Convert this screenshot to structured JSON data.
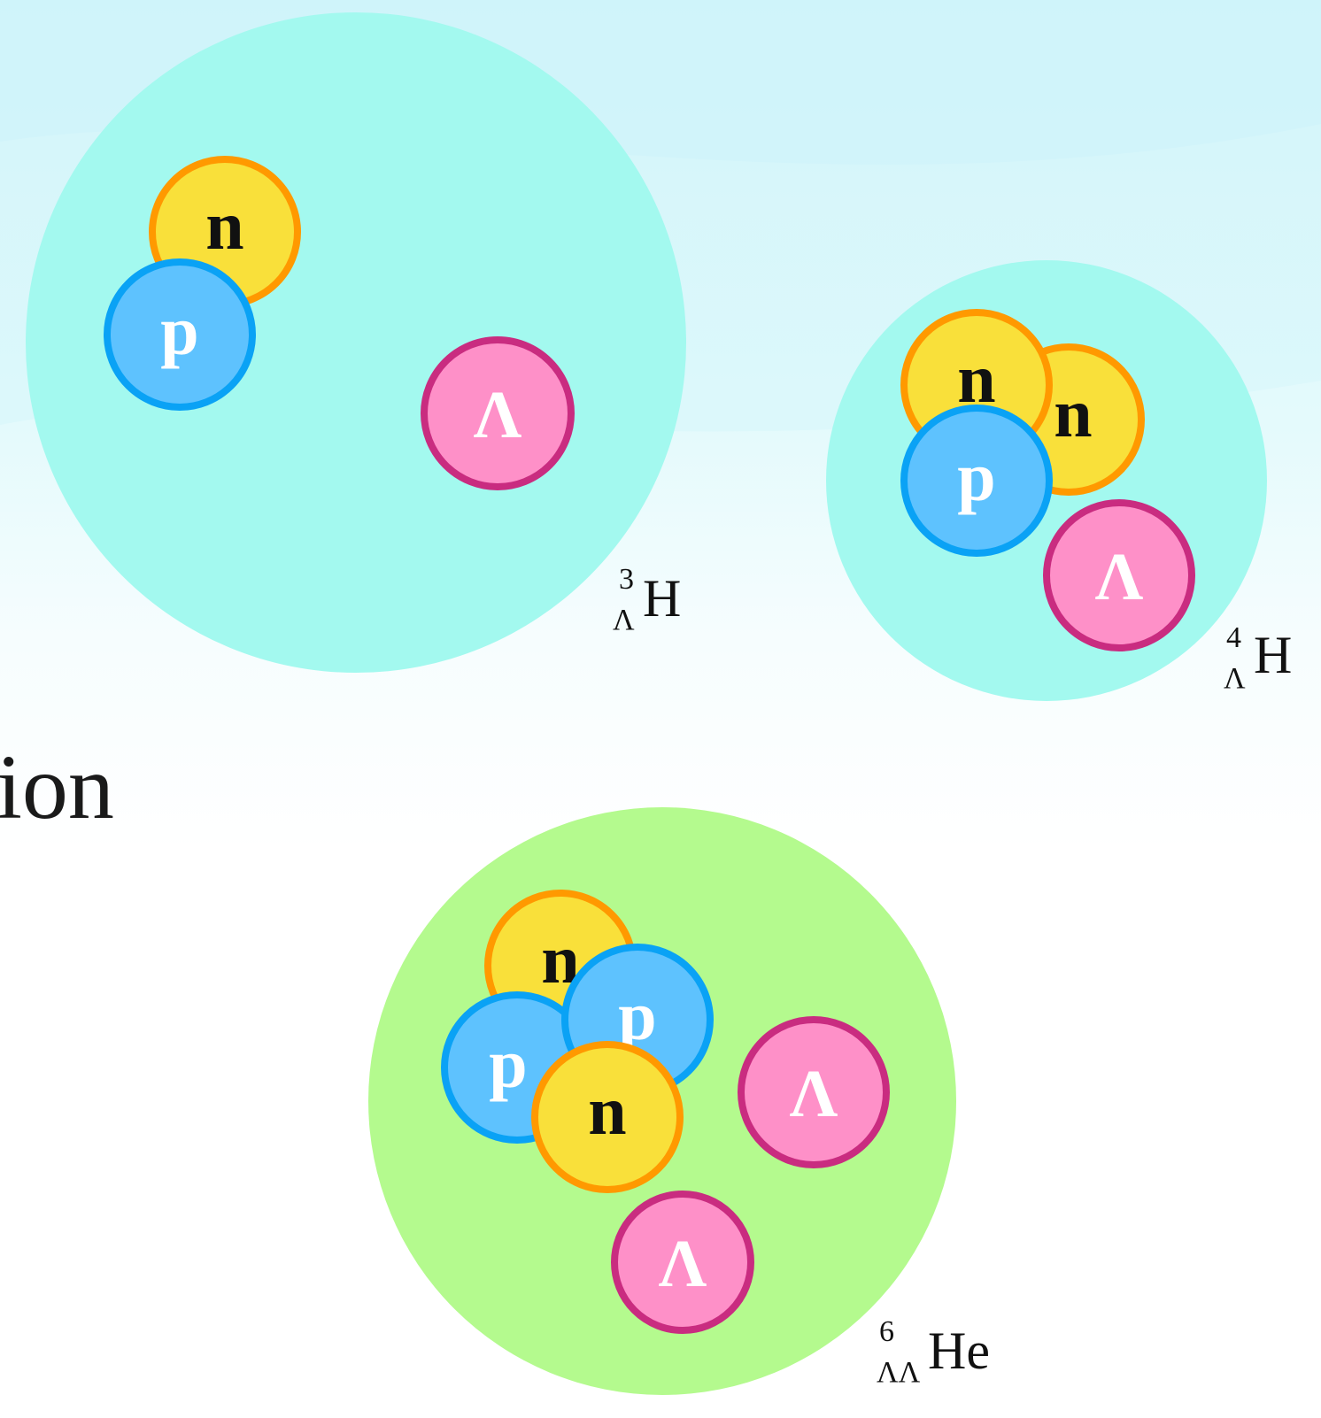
{
  "colors": {
    "background_top": "#d9f8fb",
    "background_bottom": "#ffffff",
    "hypertriton_cloud": "#a3f9ef",
    "hyperhydrogen4_cloud": "#a3f9ef",
    "doublehyperhelium_cloud": "#b4fa8e",
    "neutron_fill": "#f9e03a",
    "neutron_border": "#ff9900",
    "neutron_text": "#111111",
    "proton_fill": "#5ec2fe",
    "proton_border": "#0aa2f5",
    "proton_text": "#ffffff",
    "lambda_fill": "#fe90c8",
    "lambda_border": "#c92c80",
    "lambda_text": "#ffffff"
  },
  "fragment_text": "ion",
  "nuclei": [
    {
      "id": "hypertriton",
      "label": {
        "mass": "3",
        "hyperon": "Λ",
        "element": "H"
      },
      "particles": [
        {
          "type": "n",
          "label": "n"
        },
        {
          "type": "p",
          "label": "p"
        },
        {
          "type": "L",
          "label": "Λ"
        }
      ]
    },
    {
      "id": "hyperhydrogen-4",
      "label": {
        "mass": "4",
        "hyperon": "Λ",
        "element": "H"
      },
      "particles": [
        {
          "type": "n",
          "label": "n"
        },
        {
          "type": "n",
          "label": "n"
        },
        {
          "type": "p",
          "label": "p"
        },
        {
          "type": "L",
          "label": "Λ"
        }
      ]
    },
    {
      "id": "double-lambda-helium-6",
      "label": {
        "mass": "6",
        "hyperon": "ΛΛ",
        "element": "He"
      },
      "particles": [
        {
          "type": "n",
          "label": "n"
        },
        {
          "type": "p",
          "label": "p"
        },
        {
          "type": "p",
          "label": "p"
        },
        {
          "type": "n",
          "label": "n"
        },
        {
          "type": "L",
          "label": "Λ"
        },
        {
          "type": "L",
          "label": "Λ"
        }
      ]
    }
  ]
}
